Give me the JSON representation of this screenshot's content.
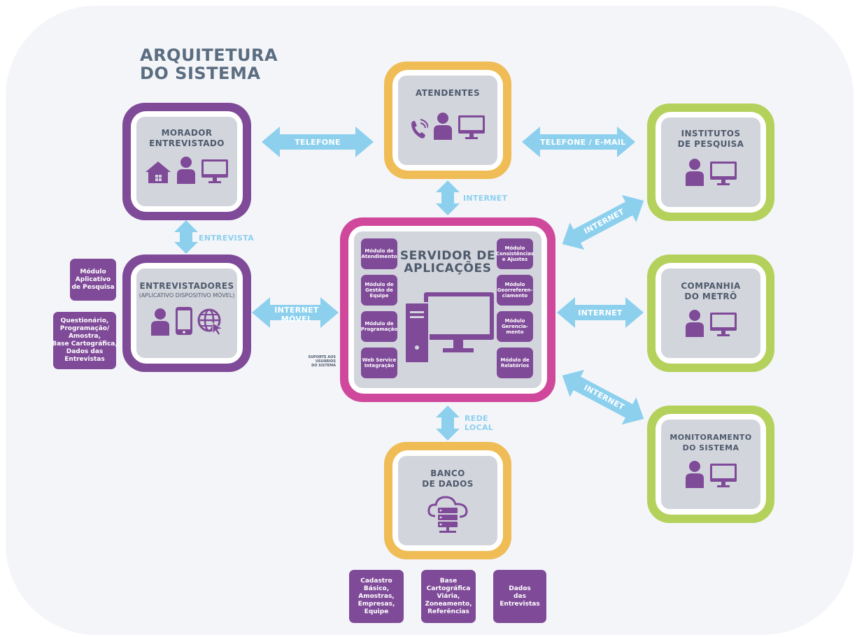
{
  "title": {
    "line1": "ARQUITETURA",
    "line2": "DO SISTEMA"
  },
  "nodes": {
    "morador": {
      "line1": "MORADOR",
      "line2": "ENTREVISTADO"
    },
    "atendentes": {
      "line1": "ATENDENTES"
    },
    "institutos": {
      "line1": "INSTITUTOS",
      "line2": "DE PESQUISA"
    },
    "entrevistadores": {
      "line1": "ENTREVISTADORES",
      "subtitle": "(APLICATIVO DISPOSITIVO MÓVEL)"
    },
    "servidor": {
      "line1": "SERVIDOR DE",
      "line2": "APLICAÇÕES"
    },
    "companhia": {
      "line1": "COMPANHIA",
      "line2": "DO METRÔ"
    },
    "monitoramento": {
      "line1": "MONITORAMENTO",
      "line2": "DO SISTEMA"
    },
    "banco": {
      "line1": "BANCO",
      "line2": "DE DADOS"
    }
  },
  "edges": {
    "telefone": "TELEFONE",
    "telefone_email": "TELEFONE / E-MAIL",
    "internet_top": "INTERNET",
    "entrevista": "ENTREVISTA",
    "internet_institutos": "INTERNET",
    "internet_movel_1": "INTERNET",
    "internet_movel_2": "MÓVEL",
    "internet_companhia": "INTERNET",
    "internet_monitoramento": "INTERNET",
    "rede_local_1": "REDE",
    "rede_local_2": "LOCAL"
  },
  "server_modules_left": [
    [
      "Módulo de",
      "Atendimento"
    ],
    [
      "Módulo de",
      "Gestão de",
      "Equipe"
    ],
    [
      "Módulo de",
      "Programação"
    ],
    [
      "Web Service",
      "Integração"
    ]
  ],
  "server_modules_right": [
    [
      "Módulo",
      "Consistências",
      "e Ajustes"
    ],
    [
      "Módulo",
      "Georreferen-",
      "ciamento"
    ],
    [
      "Módulo",
      "Gerencia-",
      "mento"
    ],
    [
      "Módulo de",
      "Relatórios"
    ]
  ],
  "support_text": [
    "SUPORTE AOS",
    "USUÁRIOS",
    "DO SISTEMA"
  ],
  "side_tags": {
    "modulo": [
      "Módulo",
      "Aplicativo",
      "de Pesquisa"
    ],
    "questionario": [
      "Questionário,",
      "Programação/",
      "Amostra,",
      "Base Cartográfica,",
      "Dados das",
      "Entrevistas"
    ]
  },
  "db_tags": [
    [
      "Cadastro",
      "Básico,",
      "Amostras,",
      "Empresas,",
      "Equipe"
    ],
    [
      "Base",
      "Cartográfica",
      "Viária,",
      "Zoneamento,",
      "Referências"
    ],
    [
      "Dados",
      "das",
      "Entrevistas"
    ]
  ],
  "colors": {
    "purple": "#7f4a98",
    "orange": "#efbc56",
    "green": "#b4d15c",
    "magenta": "#d0489c",
    "arrow": "#8cd0ee",
    "panel": "#d3d5dd",
    "text": "#4e5b6c"
  },
  "icons": [
    "house-icon",
    "person-icon",
    "monitor-icon",
    "phone-icon",
    "smartphone-icon",
    "web-cursor-icon",
    "desktop-computer-icon",
    "database-cloud-icon"
  ]
}
